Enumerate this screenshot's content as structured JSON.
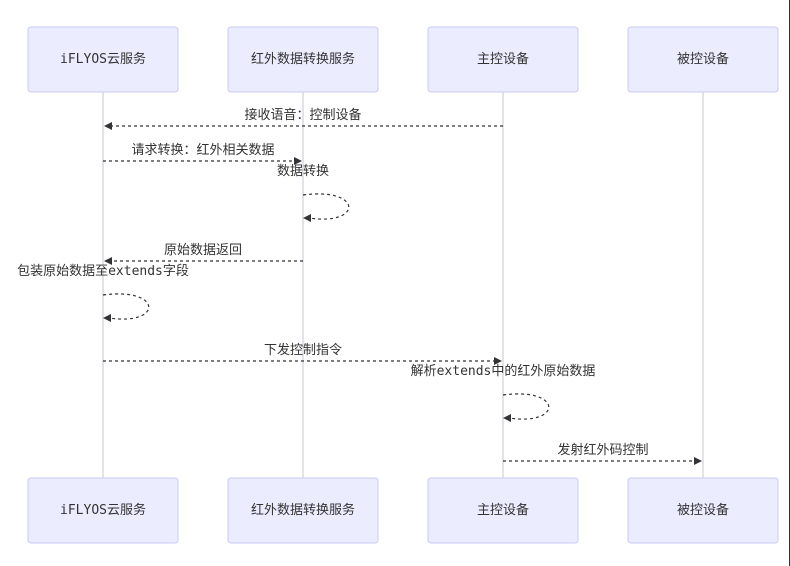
{
  "participants": [
    {
      "id": "iflyos",
      "label": "iFLYOS云服务"
    },
    {
      "id": "ir",
      "label": "红外数据转换服务"
    },
    {
      "id": "main",
      "label": "主控设备"
    },
    {
      "id": "controlled",
      "label": "被控设备"
    }
  ],
  "messages": [
    {
      "from": "main",
      "to": "iflyos",
      "label": "接收语音：控制设备"
    },
    {
      "from": "iflyos",
      "to": "ir",
      "label": "请求转换：红外相关数据"
    },
    {
      "from": "ir",
      "to": "ir",
      "label": "数据转换"
    },
    {
      "from": "ir",
      "to": "iflyos",
      "label": "原始数据返回"
    },
    {
      "from": "iflyos",
      "to": "iflyos",
      "label": "包装原始数据至extends字段"
    },
    {
      "from": "iflyos",
      "to": "main",
      "label": "下发控制指令"
    },
    {
      "from": "main",
      "to": "main",
      "label": "解析extends中的红外原始数据"
    },
    {
      "from": "main",
      "to": "controlled",
      "label": "发射红外码控制"
    }
  ]
}
